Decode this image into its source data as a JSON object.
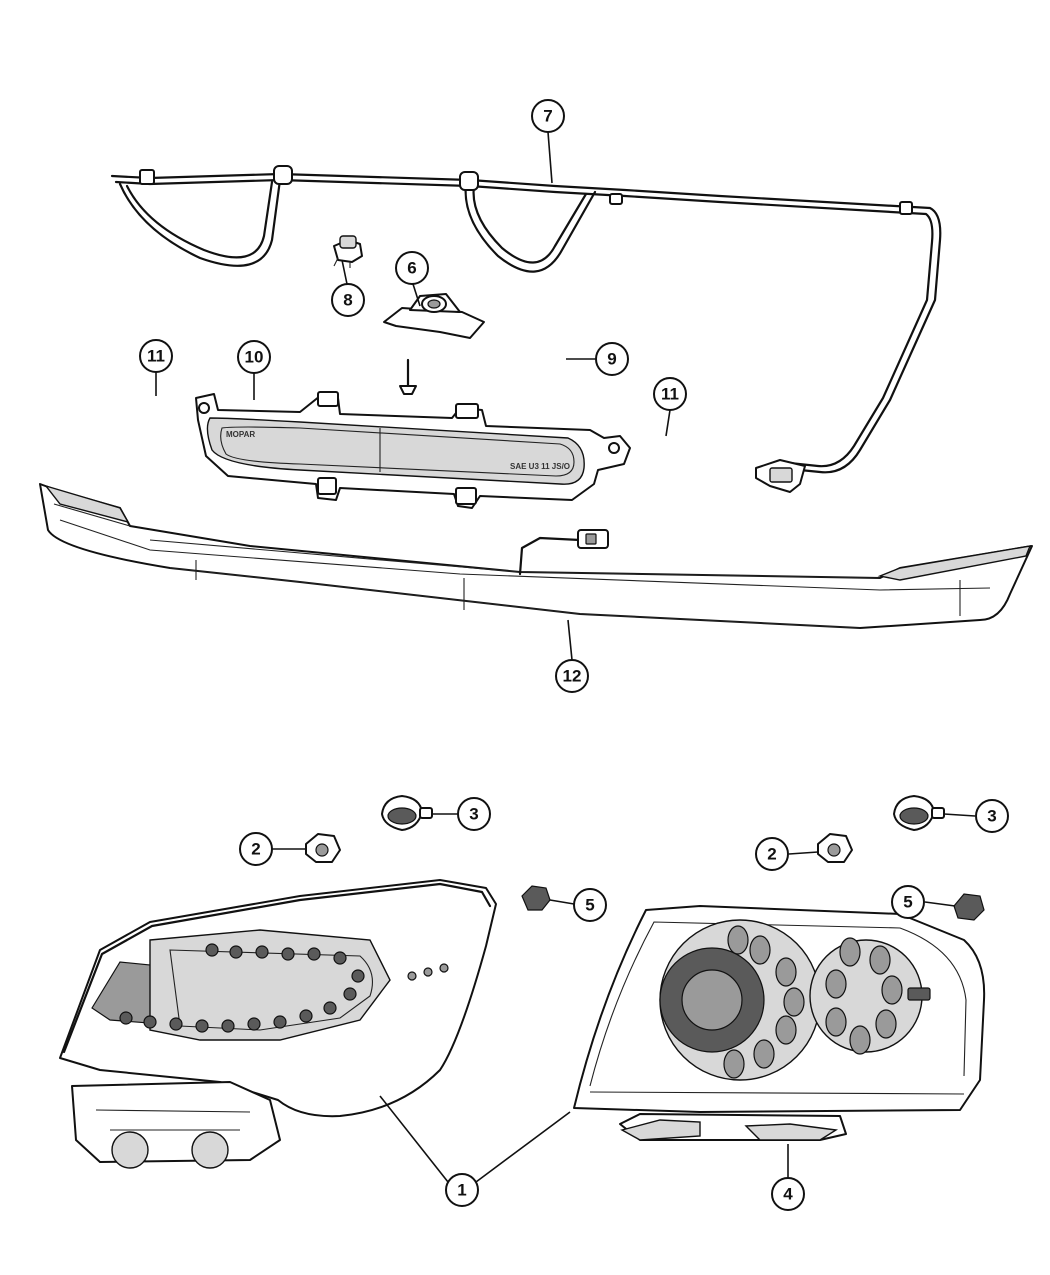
{
  "diagram": {
    "callouts": [
      {
        "id": "c7",
        "label": "7"
      },
      {
        "id": "c6",
        "label": "6"
      },
      {
        "id": "c8",
        "label": "8"
      },
      {
        "id": "c9",
        "label": "9"
      },
      {
        "id": "c10",
        "label": "10"
      },
      {
        "id": "c11a",
        "label": "11"
      },
      {
        "id": "c11b",
        "label": "11"
      },
      {
        "id": "c12",
        "label": "12"
      },
      {
        "id": "c3a",
        "label": "3"
      },
      {
        "id": "c3b",
        "label": "3"
      },
      {
        "id": "c2a",
        "label": "2"
      },
      {
        "id": "c2b",
        "label": "2"
      },
      {
        "id": "c5a",
        "label": "5"
      },
      {
        "id": "c5b",
        "label": "5"
      },
      {
        "id": "c1",
        "label": "1"
      },
      {
        "id": "c4",
        "label": "4"
      }
    ],
    "lens_marking_1": "MOPAR",
    "lens_marking_2": "SAE U3 11 JS/O"
  }
}
